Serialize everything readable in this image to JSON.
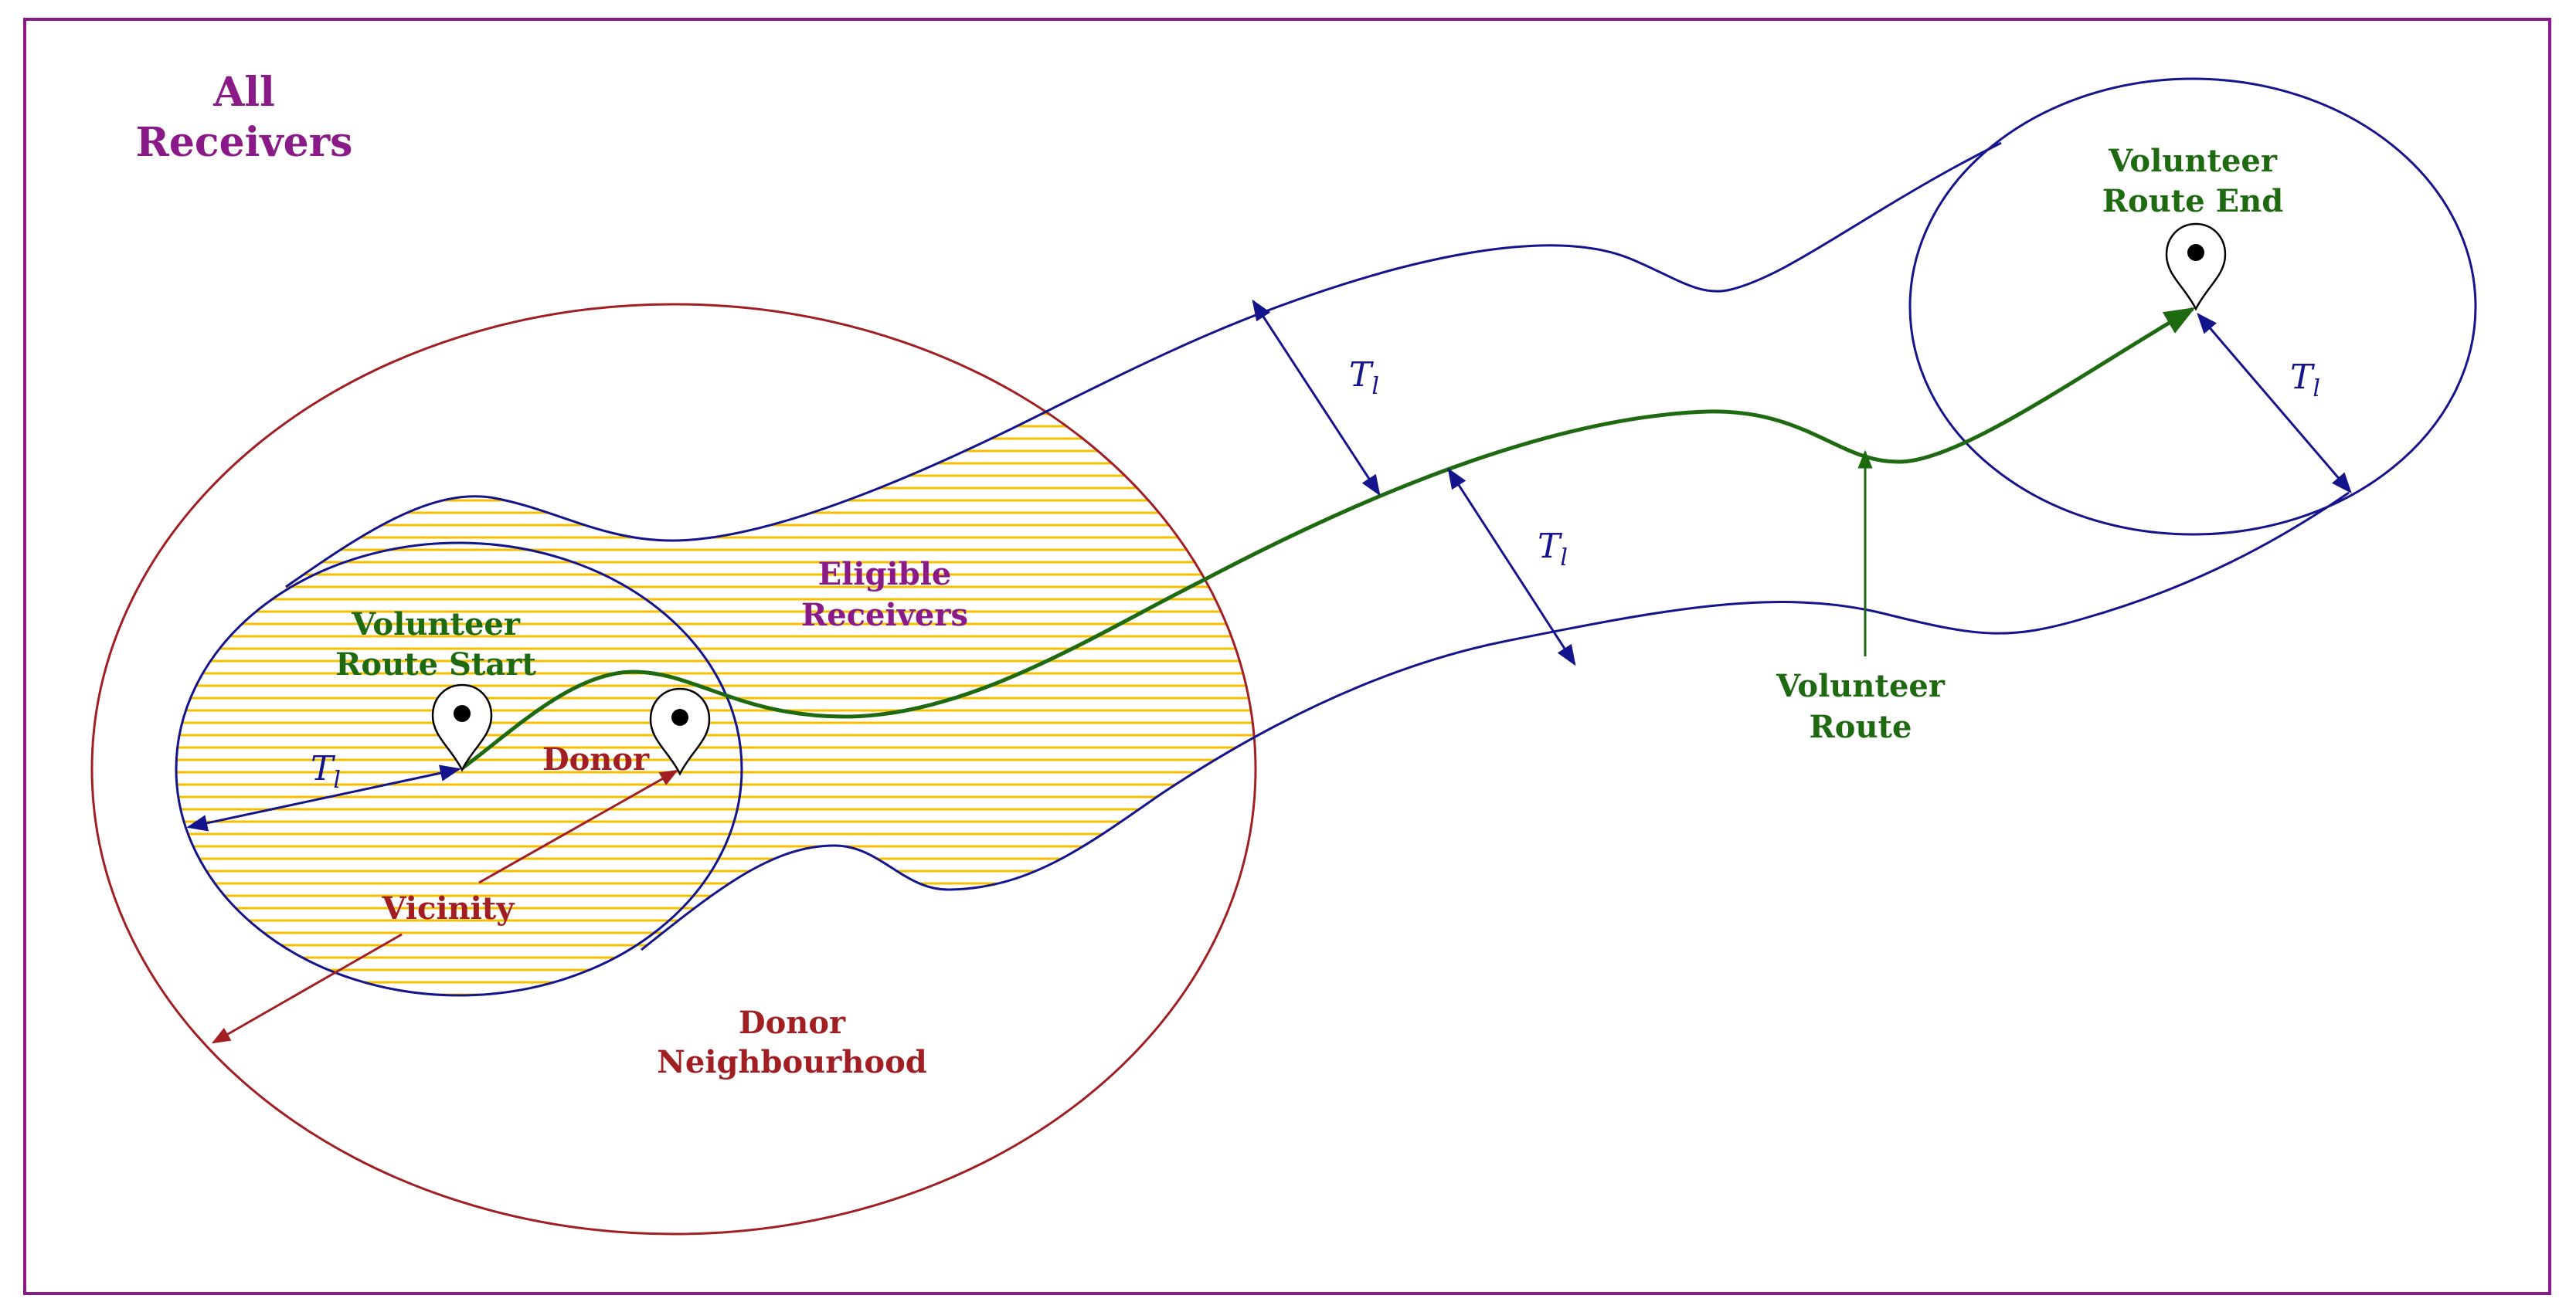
{
  "labels": {
    "all_receivers": [
      "All",
      "Receivers"
    ],
    "eligible_receivers": [
      "Eligible",
      "Receivers"
    ],
    "volunteer_route_start": [
      "Volunteer",
      "Route Start"
    ],
    "volunteer_route_end": [
      "Volunteer",
      "Route End"
    ],
    "donor": "Donor",
    "vicinity": "Vicinity",
    "donor_neighbourhood": [
      "Donor",
      "Neighbourhood"
    ],
    "volunteer_route": [
      "Volunteer",
      "Route"
    ],
    "tolerance": "T",
    "tolerance_subscript": "l"
  },
  "colors": {
    "purple": "#8B1A89",
    "navy": "#14148C",
    "dark_red": "#A11F23",
    "green": "#1E6A10",
    "yellow_hatch": "#F5C000",
    "marker": "#000000"
  },
  "icons": {
    "marker": "map-pin-icon"
  }
}
